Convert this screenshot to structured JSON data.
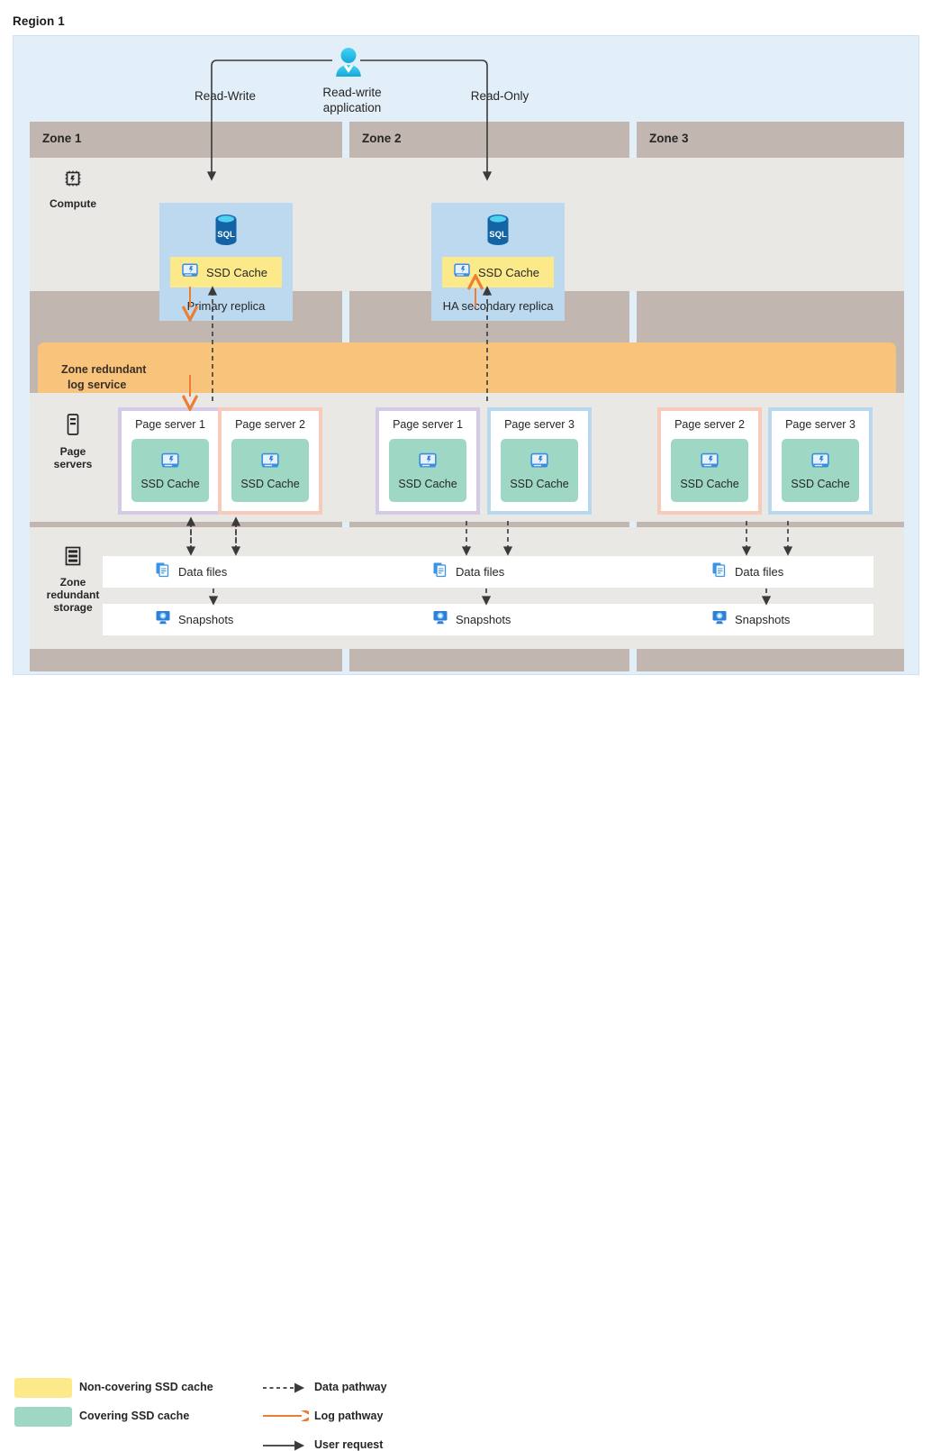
{
  "region": {
    "title": "Region 1"
  },
  "application": {
    "label": "Read-write\napplication",
    "label_line1": "Read-write",
    "label_line2": "application",
    "icon": "user-icon",
    "left_path_label": "Read-Write",
    "right_path_label": "Read-Only"
  },
  "zones": [
    {
      "title": "Zone 1"
    },
    {
      "title": "Zone 2"
    },
    {
      "title": "Zone 3"
    }
  ],
  "bands": {
    "compute": {
      "label": "Compute",
      "icon": "cpu-chip-icon"
    },
    "page_servers": {
      "label_line1": "Page",
      "label_line2": "servers",
      "icon": "server-icon"
    },
    "storage": {
      "label_line1": "Zone",
      "label_line2": "redundant",
      "label_line3": "storage",
      "icon": "storage-stack-icon"
    }
  },
  "log_service": {
    "label_line1": "Zone redundant",
    "label_line2": "log service"
  },
  "replicas": [
    {
      "name": "Primary replica",
      "cache_label": "SSD Cache",
      "cache_type": "non-covering",
      "db_icon": "sql-database-icon",
      "cache_icon": "ssd-disk-icon"
    },
    {
      "name": "HA secondary replica",
      "cache_label": "SSD Cache",
      "cache_type": "non-covering",
      "db_icon": "sql-database-icon",
      "cache_icon": "ssd-disk-icon"
    }
  ],
  "page_servers": [
    {
      "title": "Page server 1",
      "cache_label": "SSD Cache",
      "zone": "Zone 1",
      "border_color": "#d6c9e6"
    },
    {
      "title": "Page server 2",
      "cache_label": "SSD Cache",
      "zone": "Zone 1",
      "border_color": "#f6cbbc"
    },
    {
      "title": "Page server 1",
      "cache_label": "SSD Cache",
      "zone": "Zone 2",
      "border_color": "#d6c9e6"
    },
    {
      "title": "Page server 3",
      "cache_label": "SSD Cache",
      "zone": "Zone 2",
      "border_color": "#b8d8ef"
    },
    {
      "title": "Page server 2",
      "cache_label": "SSD Cache",
      "zone": "Zone 3",
      "border_color": "#f6cbbc"
    },
    {
      "title": "Page server 3",
      "cache_label": "SSD Cache",
      "zone": "Zone 3",
      "border_color": "#b8d8ef"
    }
  ],
  "storage_rows": [
    {
      "label": "Data files",
      "icon": "documents-icon"
    },
    {
      "label": "Snapshots",
      "icon": "snapshot-monitor-icon"
    }
  ],
  "storage_cells": {
    "data_files": [
      "Data files",
      "Data files",
      "Data files"
    ],
    "snapshots": [
      "Snapshots",
      "Snapshots",
      "Snapshots"
    ]
  },
  "legend": {
    "swatches": [
      {
        "label": "Non-covering SSD cache",
        "color": "#fbe98a"
      },
      {
        "label": "Covering SSD cache",
        "color": "#9ed7c4"
      }
    ],
    "lines": [
      {
        "label": "Data pathway",
        "style": "dashed",
        "color": "#3a3a3a"
      },
      {
        "label": "Log pathway",
        "style": "solid",
        "color": "#ed7d31"
      },
      {
        "label": "User request",
        "style": "solid",
        "color": "#3a3a3a"
      }
    ]
  },
  "colors": {
    "region_bg": "#e3eff8",
    "zone_bg": "#c1b6b0",
    "band_bg": "#eae8e4",
    "log_bar": "#f8c47c",
    "replica_bg": "#bcd9ef",
    "non_covering_cache": "#fbe98a",
    "covering_cache": "#9ed7c4",
    "log_arrow": "#ed7d31",
    "data_arrow": "#3a3a3a"
  }
}
